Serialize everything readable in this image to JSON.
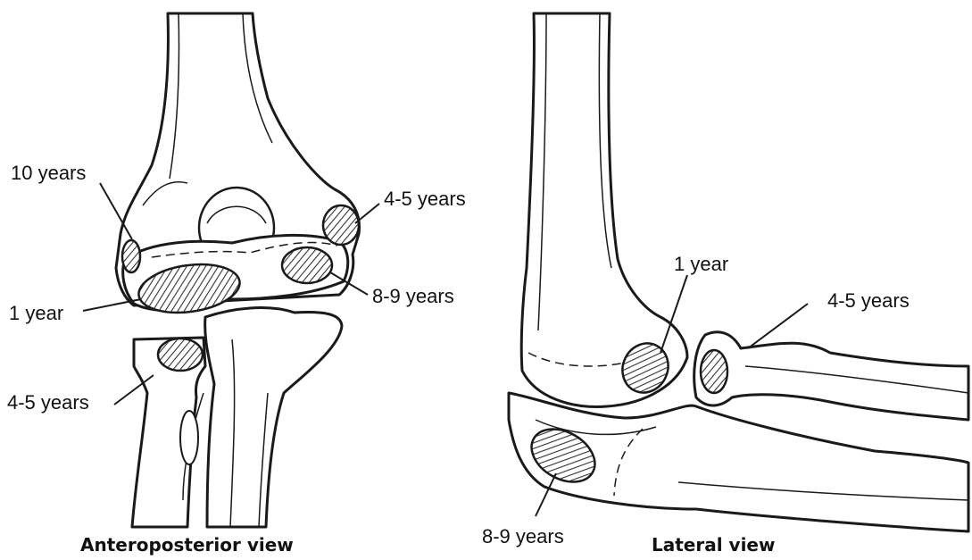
{
  "colors": {
    "ink": "#1a1a1a",
    "bone": "#ffffff",
    "hatch": "#333333",
    "background": "#ffffff"
  },
  "anteroposterior": {
    "caption": "Anteroposterior view",
    "labels": {
      "medial_epicondyle": "10 years",
      "lateral_epicondyle": "4-5 years",
      "capitellum": "1 year",
      "trochlea": "8-9 years",
      "radial_head": "4-5 years"
    }
  },
  "lateral": {
    "caption": "Lateral view",
    "labels": {
      "capitellum": "1 year",
      "radial_head": "4-5 years",
      "olecranon": "8-9 years"
    }
  }
}
